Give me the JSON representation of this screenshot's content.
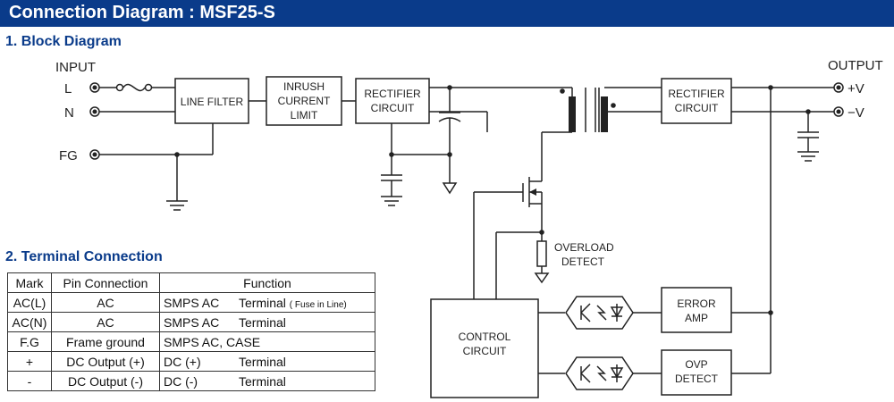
{
  "header": {
    "title": "Connection Diagram : MSF25-S"
  },
  "section1": {
    "title": "1. Block Diagram"
  },
  "section2": {
    "title": "2. Terminal Connection"
  },
  "diagram": {
    "input_label": "INPUT",
    "output_label": "OUTPUT",
    "pin_l": "L",
    "pin_n": "N",
    "pin_fg": "FG",
    "out_pos": "+V",
    "out_neg": "−V",
    "line_filter": "LINE FILTER",
    "inrush": [
      "INRUSH",
      "CURRENT",
      "LIMIT"
    ],
    "rectifier_in": [
      "RECTIFIER",
      "CIRCUIT"
    ],
    "rectifier_out": [
      "RECTIFIER",
      "CIRCUIT"
    ],
    "overload": [
      "OVERLOAD",
      "DETECT"
    ],
    "control": [
      "CONTROL",
      "CIRCUIT"
    ],
    "error_amp": [
      "ERROR",
      "AMP"
    ],
    "ovp": [
      "OVP",
      "DETECT"
    ]
  },
  "table": {
    "headers": {
      "mark": "Mark",
      "pin": "Pin Connection",
      "function": "Function"
    },
    "rows": [
      {
        "mark": "AC(L)",
        "pin": "AC",
        "fa": "SMPS AC",
        "fb": "Terminal",
        "note": "( Fuse in Line)"
      },
      {
        "mark": "AC(N)",
        "pin": "AC",
        "fa": "SMPS AC",
        "fb": "Terminal",
        "note": ""
      },
      {
        "mark": "F.G",
        "pin": "Frame ground",
        "fa": "SMPS AC, CASE",
        "fb": "",
        "note": ""
      },
      {
        "mark": "+",
        "pin": "DC Output (+)",
        "fa": "DC (+)",
        "fb": "Terminal",
        "note": ""
      },
      {
        "mark": "-",
        "pin": "DC Output (-)",
        "fa": "DC (-)",
        "fb": "Terminal",
        "note": ""
      }
    ]
  }
}
